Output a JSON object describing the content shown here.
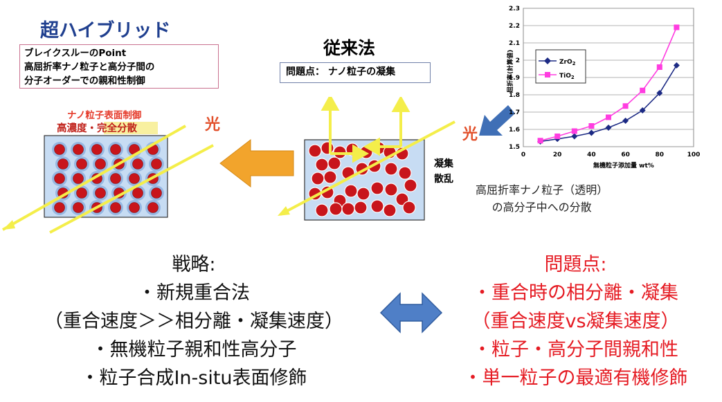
{
  "hybrid_title": "超ハイブリッド",
  "breakthrough": {
    "line1": "ブレイクスルーのPoint",
    "line2": "高屈折率ナノ粒子と高分子間の",
    "line3": "分子オーダーでの親和性制御"
  },
  "conventional_title": "従来法",
  "problem_box": "問題点：  ナノ粒子の凝集",
  "surface_control": "ナノ粒子表面制御",
  "high_conc": "高濃度・完全分散",
  "light_left": "光",
  "light_right": "光",
  "aggregation": "凝集",
  "scattering": "散乱",
  "caption_line1": "高屈折率ナノ粒子（透明）",
  "caption_line2": "の高分子中への分散",
  "strategy": {
    "heading": "戦略:",
    "items": [
      "・新規重合法",
      "（重合速度＞＞相分離・凝集速度）",
      "・無機粒子親和性高分子",
      "・粒子合成In-situ表面修飾"
    ]
  },
  "problems": {
    "heading": "問題点:",
    "items": [
      "・重合時の相分離・凝集",
      "（重合速度vs凝集速度）",
      "・粒子・高分子間親和性",
      "・単一粒子の最適有機修飾"
    ]
  },
  "colors": {
    "hybrid_blue": "#1f3f8f",
    "problem_red": "#e51b23",
    "particle_red": "#c8151b",
    "light_yellow": "#f4ee4a",
    "arrow_orange": "#f2a42c",
    "arrow_blue": "#3f6fb6",
    "zro2_series": "#1c2a84",
    "tio2_series": "#ff3de0"
  },
  "chart_data": {
    "type": "line",
    "xlabel": "無機粒子添加量  wt%",
    "ylabel": "屈折率(計算値)",
    "xlim": [
      0,
      100
    ],
    "ylim": [
      1.5,
      2.3
    ],
    "xticks": [
      "0",
      "20",
      "40",
      "60",
      "80",
      "100"
    ],
    "yticks": [
      "1.5",
      "1.6",
      "1.7",
      "1.8",
      "1.9",
      "2",
      "2.1",
      "2.2",
      "2.3"
    ],
    "legend_position": "left",
    "grid": true,
    "series": [
      {
        "name": "ZrO2",
        "color": "#1c2a84",
        "marker": "diamond",
        "x": [
          10,
          20,
          30,
          40,
          50,
          60,
          70,
          80,
          90
        ],
        "y": [
          1.53,
          1.545,
          1.56,
          1.58,
          1.61,
          1.65,
          1.71,
          1.81,
          1.97
        ]
      },
      {
        "name": "TiO2",
        "color": "#ff3de0",
        "marker": "square",
        "x": [
          10,
          20,
          30,
          40,
          50,
          60,
          70,
          80,
          90
        ],
        "y": [
          1.535,
          1.56,
          1.59,
          1.62,
          1.67,
          1.735,
          1.825,
          1.96,
          2.19
        ]
      }
    ]
  }
}
